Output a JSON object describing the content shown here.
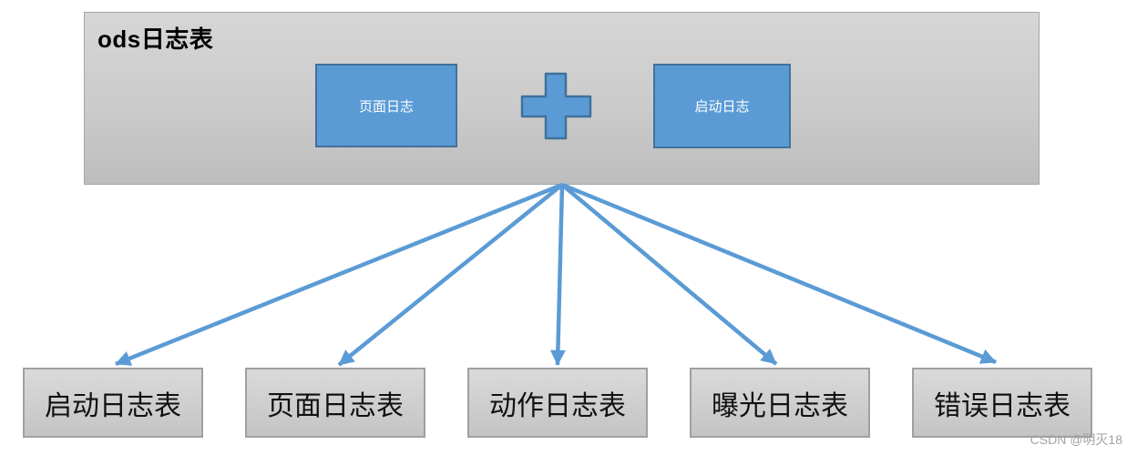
{
  "ods": {
    "title": "ods日志表",
    "sources": [
      {
        "label": "页面日志"
      },
      {
        "label": "启动日志"
      }
    ],
    "operator_icon": "plus-icon"
  },
  "tables": [
    {
      "label": "启动日志表"
    },
    {
      "label": "页面日志表"
    },
    {
      "label": "动作日志表"
    },
    {
      "label": "曝光日志表"
    },
    {
      "label": "错误日志表"
    }
  ],
  "watermark": "CSDN @明灭18",
  "colors": {
    "accent_blue": "#5B9BD5",
    "accent_blue_border": "#41719C",
    "container_gray": "#CBCBCB",
    "container_border": "#A6A6A6",
    "text_black": "#111111",
    "text_white": "#FFFFFF",
    "watermark_gray": "#A3A3A3"
  }
}
